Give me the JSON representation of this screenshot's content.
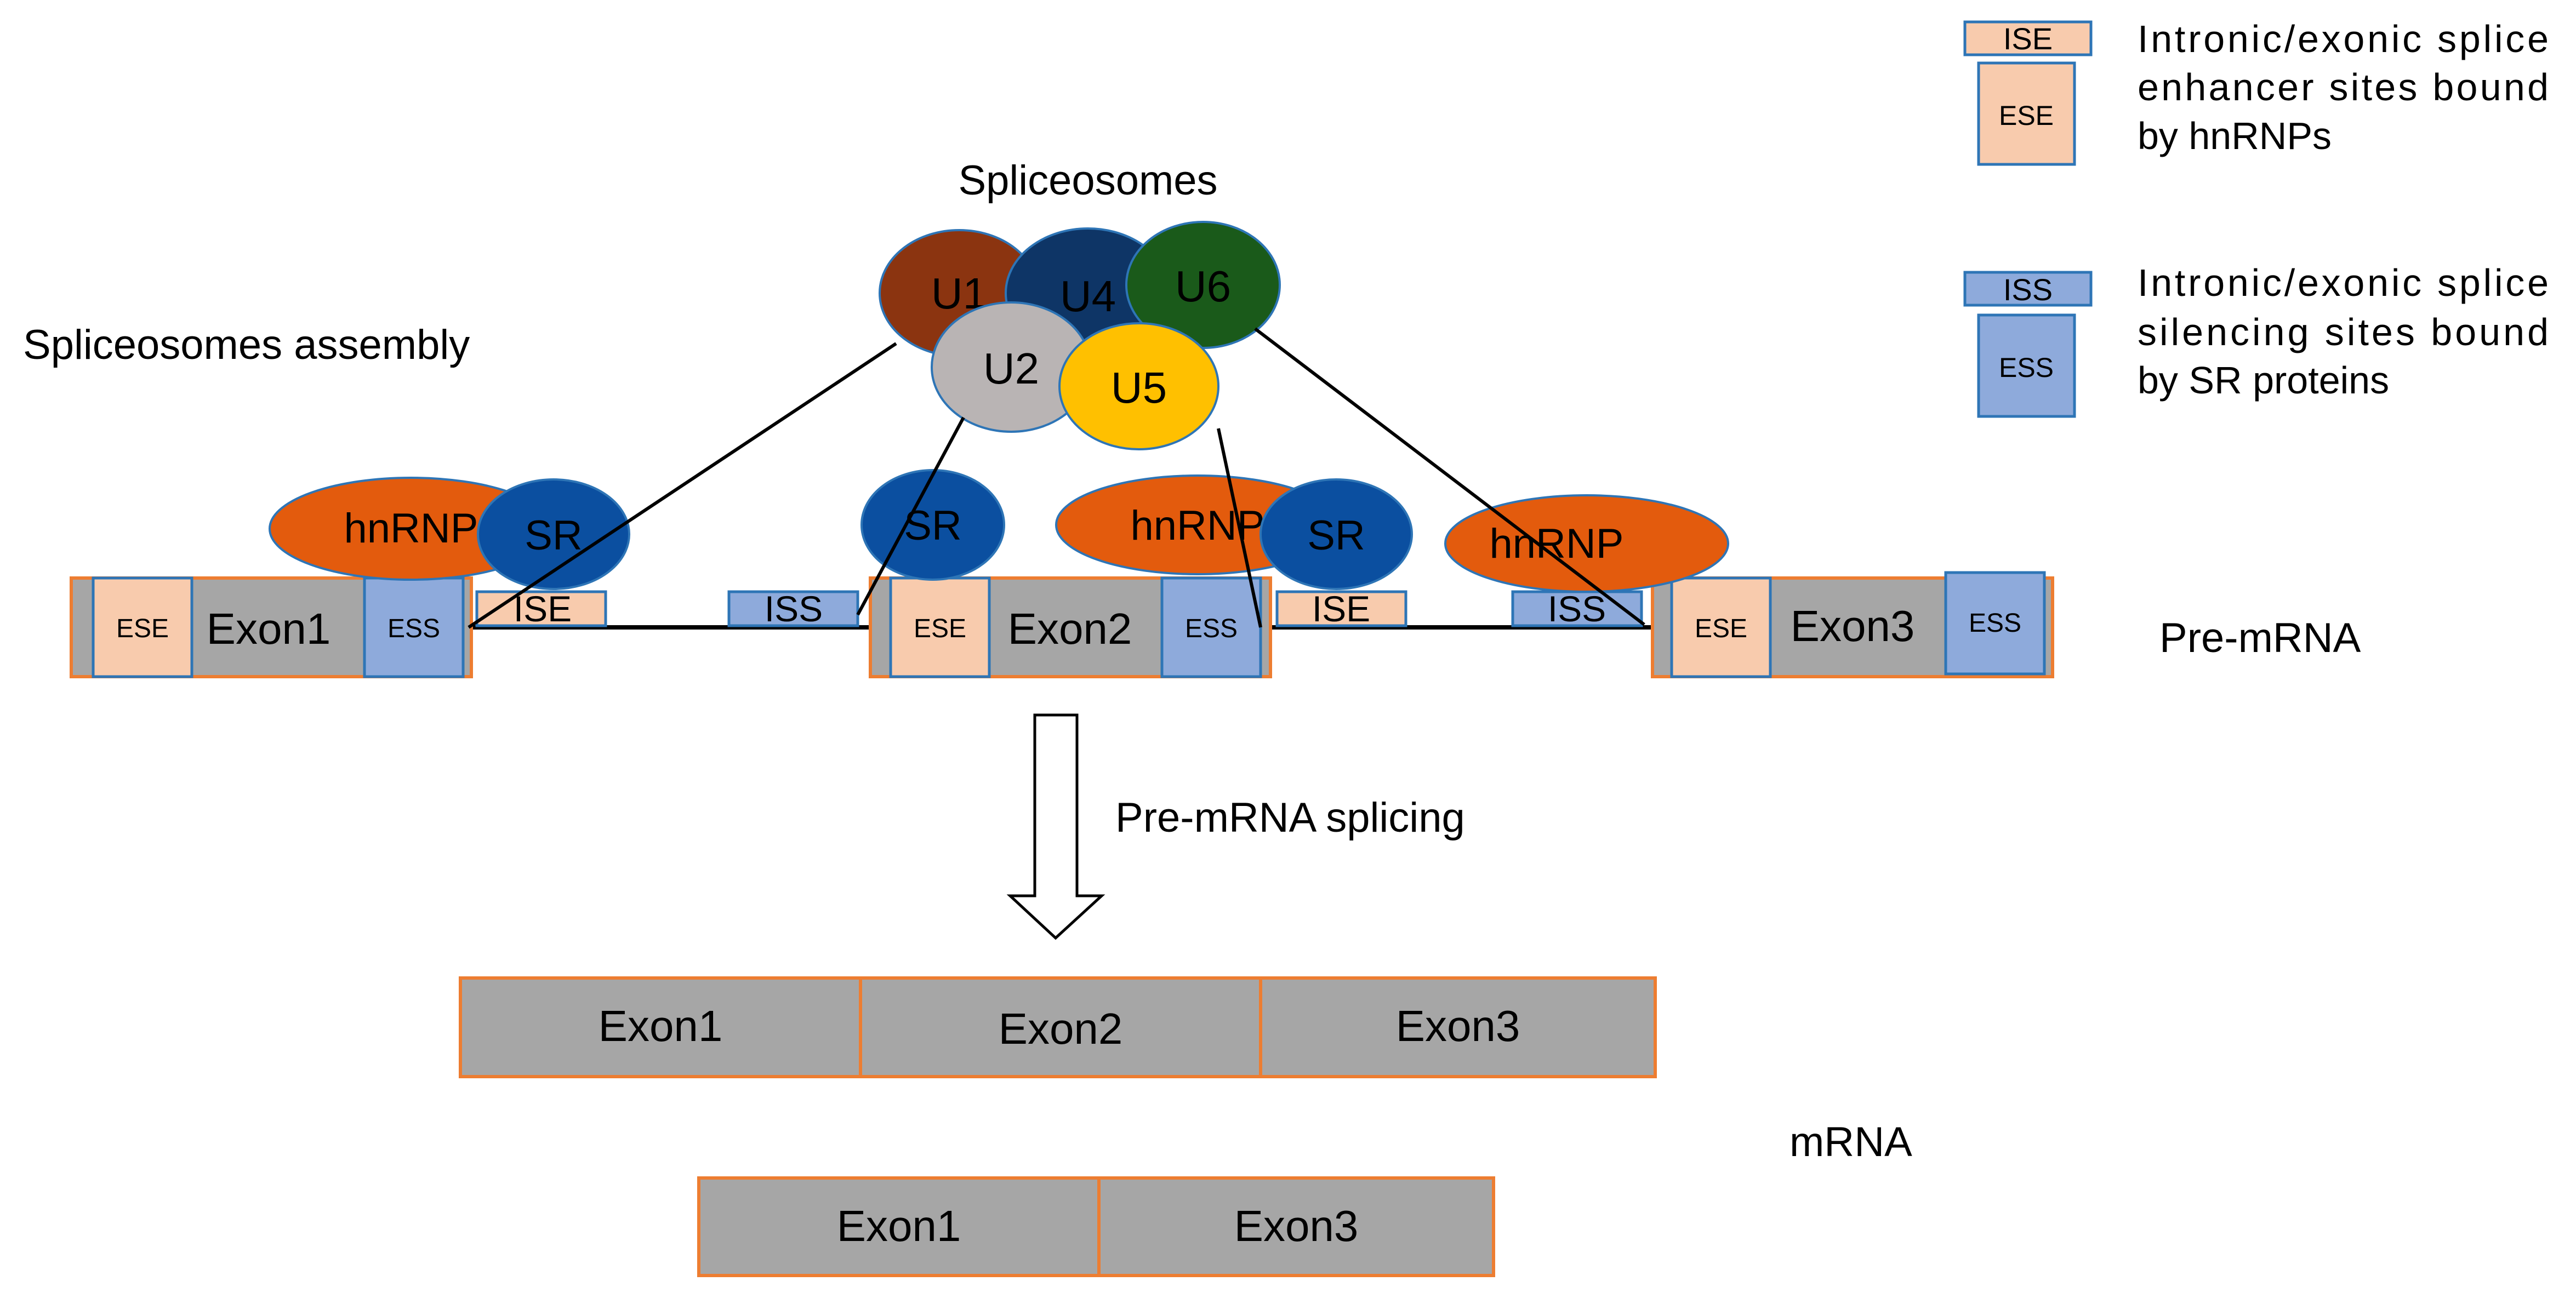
{
  "title": "Spliceosomes",
  "assembly_label": "Spliceosomes assembly",
  "premrna_label": "Pre-mRNA",
  "mrna_label": "mRNA",
  "splicing_label": "Pre-mRNA splicing",
  "legend": {
    "ise_box": "ISE",
    "ese_box": "ESE",
    "enhancer_lines": [
      "Intronic/exonic splice",
      "enhancer sites bound",
      "by hnRNPs"
    ],
    "iss_box": "ISS",
    "ess_box": "ESS",
    "silencer_lines": [
      "Intronic/exonic splice",
      "silencing sites bound",
      "by SR proteins"
    ]
  },
  "snrnps": {
    "u1": "U1",
    "u2": "U2",
    "u4": "U4",
    "u5": "U5",
    "u6": "U6"
  },
  "proteins": {
    "hnrnp": "hnRNP",
    "sr": "SR"
  },
  "elements": {
    "ese": "ESE",
    "ess": "ESS",
    "ise": "ISE",
    "iss": "ISS"
  },
  "exons": {
    "exon1": "Exon1",
    "exon2": "Exon2",
    "exon3": "Exon3"
  },
  "colors": {
    "exon_fill": "#a6a6a6",
    "exon_border": "#ed7d31",
    "enhancer": "#f8cbad",
    "silencer": "#8eaadb",
    "hnrnp": "#e35b0d",
    "sr": "#0b4fa0",
    "u1": "#8b3410",
    "u2": "#b9b4b4",
    "u4": "#0e3566",
    "u5": "#ffc000",
    "u6": "#1a5a1a"
  }
}
